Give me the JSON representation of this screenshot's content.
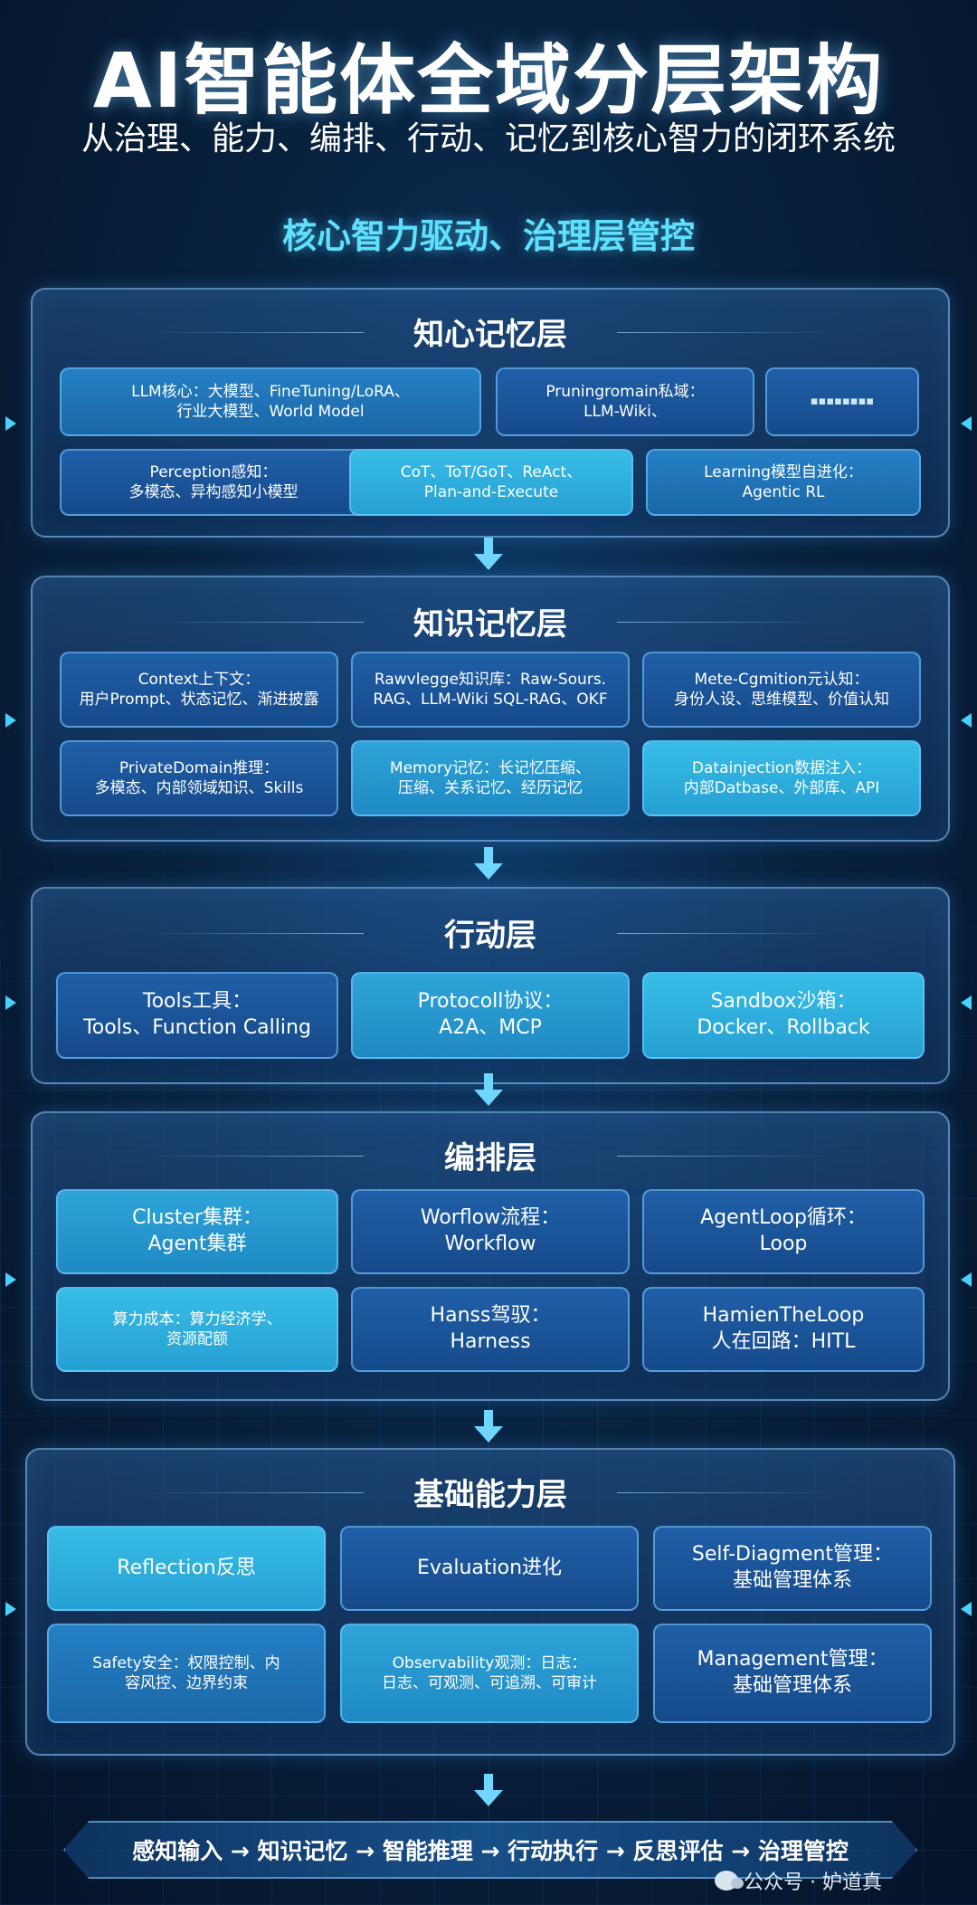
{
  "header": {
    "title": "AI智能体全域分层架构",
    "subtitle": "从治理、能力、编排、行动、记忆到核心智力的闭环系统",
    "tagline": "核心智力驱动、治理层管控"
  },
  "layers": [
    {
      "title": "知心记忆层",
      "items": [
        {
          "l1": "LLM核心：大模型、FineTuning/LoRA、",
          "l2": "行业大模型、World Model"
        },
        {
          "l1": "Pruningromain私域：",
          "l2": "LLM-Wiki、"
        },
        {
          "l1": "Perception感知：",
          "l2": "多模态、异构感知小模型"
        },
        {
          "l1": "CoT、ToT/GoT、ReAct、",
          "l2": "Plan-and-Execute"
        },
        {
          "l1": "Learning模型自进化：",
          "l2": "Agentic RL"
        }
      ]
    },
    {
      "title": "知识记忆层",
      "items": [
        {
          "l1": "Context上下文：",
          "l2": "用户Prompt、状态记忆、渐进披露"
        },
        {
          "l1": "Rawvlegge知识库：Raw-Sours.",
          "l2": "RAG、LLM-Wiki SQL-RAG、OKF"
        },
        {
          "l1": "Mete-Cgmition元认知：",
          "l2": "身份人设、思维模型、价值认知"
        },
        {
          "l1": "PrivateDomain推理：",
          "l2": "多模态、内部领域知识、Skills"
        },
        {
          "l1": "Memory记忆：长记忆压缩、",
          "l2": "压缩、关系记忆、经历记忆"
        },
        {
          "l1": "Datainjection数据注入：",
          "l2": "内部Datbase、外部库、API"
        }
      ]
    },
    {
      "title": "行动层",
      "items": [
        {
          "l1": "Tools工具：",
          "l2": "Tools、Function Calling"
        },
        {
          "l1": "Protocoll协议：",
          "l2": "A2A、MCP"
        },
        {
          "l1": "Sandbox沙箱：",
          "l2": "Docker、Rollback"
        }
      ]
    },
    {
      "title": "编排层",
      "items": [
        {
          "l1": "Cluster集群：",
          "l2": "Agent集群"
        },
        {
          "l1": "Worflow流程：",
          "l2": "Workflow"
        },
        {
          "l1": "AgentLoop循环：",
          "l2": "Loop"
        },
        {
          "l1": "算力成本：算力经济学、",
          "l2": "资源配额"
        },
        {
          "l1": "Hanss驾驭：",
          "l2": "Harness"
        },
        {
          "l1": "HamienTheLoop",
          "l2": "人在回路：HITL"
        }
      ]
    },
    {
      "title": "基础能力层",
      "items": [
        {
          "l1": "Reflection反思",
          "l2": ""
        },
        {
          "l1": "Evaluation进化",
          "l2": ""
        },
        {
          "l1": "Self-Diagment管理：",
          "l2": "基础管理体系"
        },
        {
          "l1": "Safety安全：权限控制、内",
          "l2": "容风控、边界约束"
        },
        {
          "l1": "Observability观测：日志：",
          "l2": "日志、可观测、可追溯、可审计"
        },
        {
          "l1": "Management管理：",
          "l2": "基础管理体系"
        }
      ]
    }
  ],
  "flow": "感知输入 → 知识记忆 → 智能推理 → 行动执行 → 反思评估 → 治理管控",
  "watermark": "公众号 · 妒道真"
}
